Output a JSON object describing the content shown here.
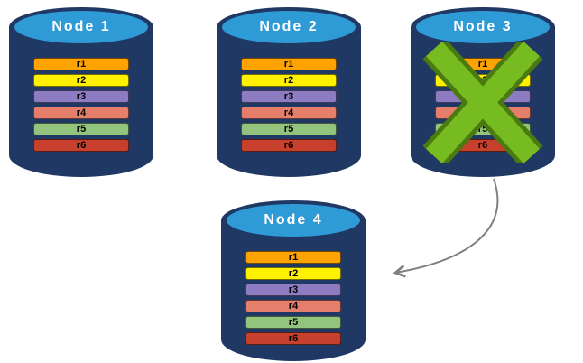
{
  "nodes": [
    {
      "label": "Node 1",
      "failed": false,
      "replicas": [
        {
          "label": "r1",
          "color": "#FFA303"
        },
        {
          "label": "r2",
          "color": "#FFF000"
        },
        {
          "label": "r3",
          "color": "#8E7CC3"
        },
        {
          "label": "r4",
          "color": "#E57E6B"
        },
        {
          "label": "r5",
          "color": "#93C47D"
        },
        {
          "label": "r6",
          "color": "#C7402D"
        }
      ]
    },
    {
      "label": "Node 2",
      "failed": false,
      "replicas": [
        {
          "label": "r1",
          "color": "#FFA303"
        },
        {
          "label": "r2",
          "color": "#FFF000"
        },
        {
          "label": "r3",
          "color": "#8E7CC3"
        },
        {
          "label": "r4",
          "color": "#E57E6B"
        },
        {
          "label": "r5",
          "color": "#93C47D"
        },
        {
          "label": "r6",
          "color": "#C7402D"
        }
      ]
    },
    {
      "label": "Node 3",
      "failed": true,
      "replicas": [
        {
          "label": "r1",
          "color": "#FFA303"
        },
        {
          "label": "r2",
          "color": "#FFF000"
        },
        {
          "label": "r3",
          "color": "#8E7CC3"
        },
        {
          "label": "r4",
          "color": "#E57E6B"
        },
        {
          "label": "r5",
          "color": "#93C47D"
        },
        {
          "label": "r6",
          "color": "#C7402D"
        }
      ]
    },
    {
      "label": "Node 4",
      "failed": false,
      "replicas": [
        {
          "label": "r1",
          "color": "#FFA303"
        },
        {
          "label": "r2",
          "color": "#FFF000"
        },
        {
          "label": "r3",
          "color": "#8E7CC3"
        },
        {
          "label": "r4",
          "color": "#E57E6B"
        },
        {
          "label": "r5",
          "color": "#93C47D"
        },
        {
          "label": "r6",
          "color": "#C7402D"
        }
      ]
    }
  ],
  "failure": {
    "node": "Node 3",
    "icon": "x-cross",
    "x_color": "#76BC21",
    "x_outline": "#4A7A10"
  },
  "arrow": {
    "from": "Node 3",
    "to": "Node 4",
    "color": "#808080"
  },
  "style": {
    "cylinder_body": "#1F3864",
    "cylinder_top": "#2E9BD6",
    "background": "#FFFFFF"
  }
}
